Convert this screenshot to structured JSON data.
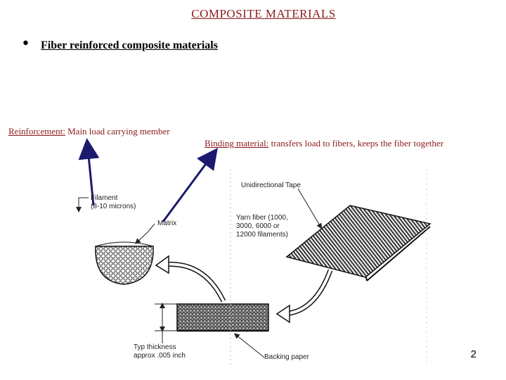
{
  "slide": {
    "title": "COMPOSITE  MATERIALS",
    "bullet": "Fiber reinforced composite materials",
    "reinforcement_term": "Reinforcement:",
    "reinforcement_desc": " Main load carrying member",
    "binding_term": "Binding material:",
    "binding_desc": " transfers load to fibers, keeps the fiber together",
    "page_number": "2"
  },
  "diagram": {
    "labels": {
      "unidirectional_tape": "Unidirectional Tape",
      "filament_1": "Filament",
      "filament_2": "(8-10 microns)",
      "matrix": "Matrix",
      "yarn_1": "Yarn fiber (1000,",
      "yarn_2": "3000, 6000 or",
      "yarn_3": "12000 filaments)",
      "thickness_1": "Typ thickness",
      "thickness_2": "approx .005 inch",
      "backing_paper": "Backing paper"
    }
  },
  "colors": {
    "title": "#8b1a1a",
    "arrow": "#1a1a6e"
  }
}
